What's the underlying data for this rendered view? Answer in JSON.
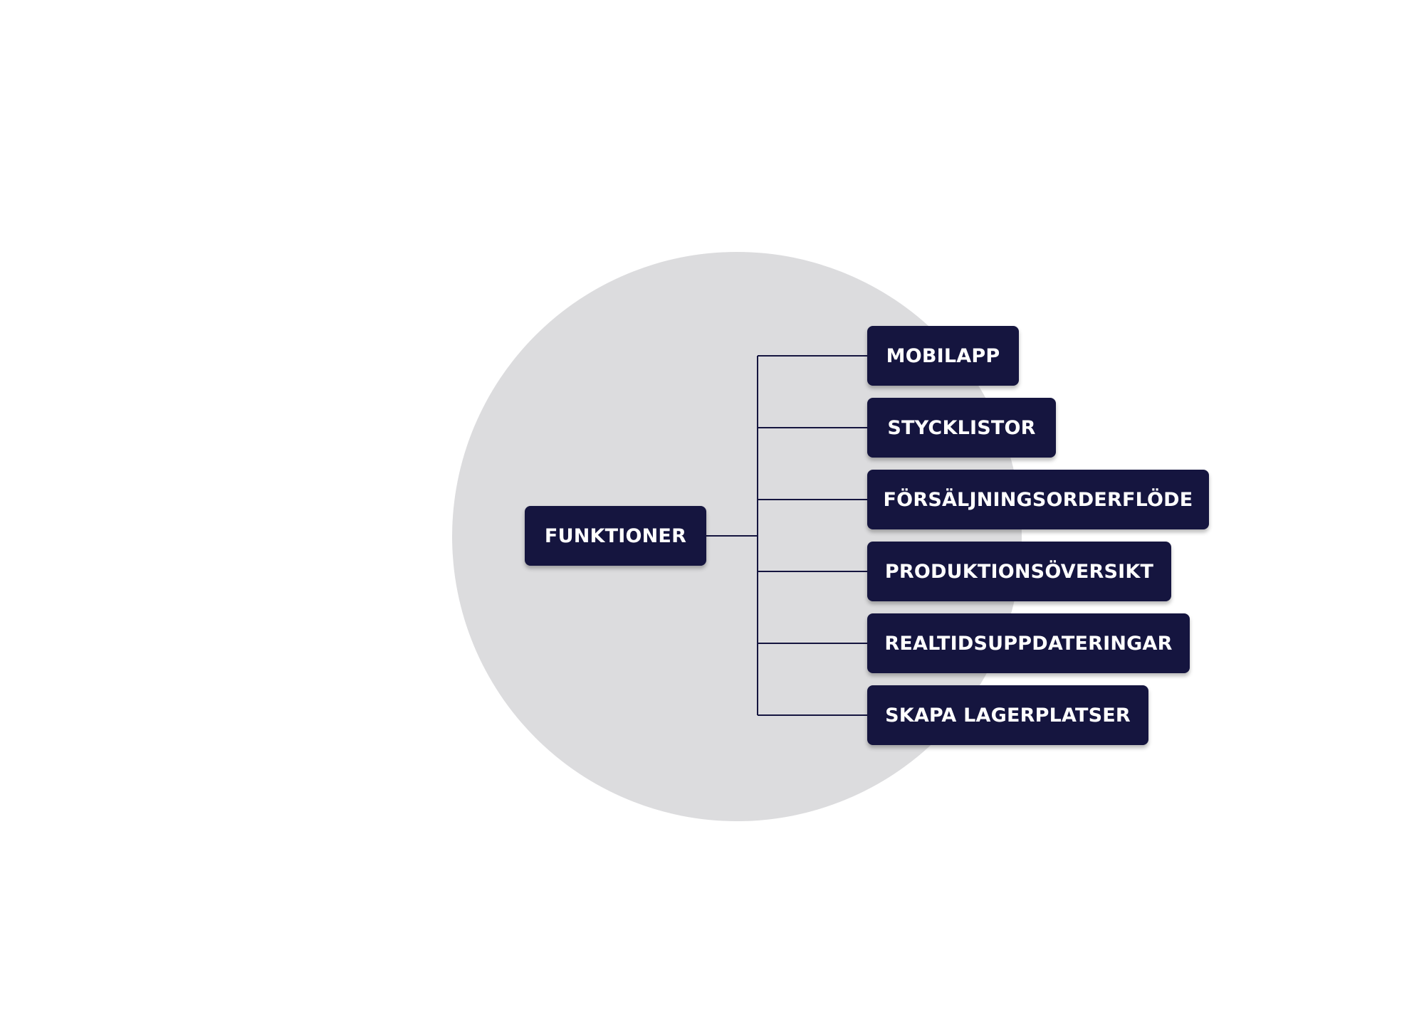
{
  "diagram": {
    "root": {
      "label": "FUNKTIONER"
    },
    "children": [
      {
        "label": "MOBILAPP"
      },
      {
        "label": "STYCKLISTOR"
      },
      {
        "label": "FÖRSÄLJNINGSORDERFLÖDE"
      },
      {
        "label": "PRODUKTIONSÖVERSIKT"
      },
      {
        "label": "REALTIDSUPPDATERINGAR"
      },
      {
        "label": "SKAPA LAGERPLATSER"
      }
    ]
  },
  "colors": {
    "node_fill": "#15153f",
    "node_text": "#ffffff",
    "circle": "#dcdcde",
    "connector": "#15153f",
    "background": "#ffffff"
  }
}
